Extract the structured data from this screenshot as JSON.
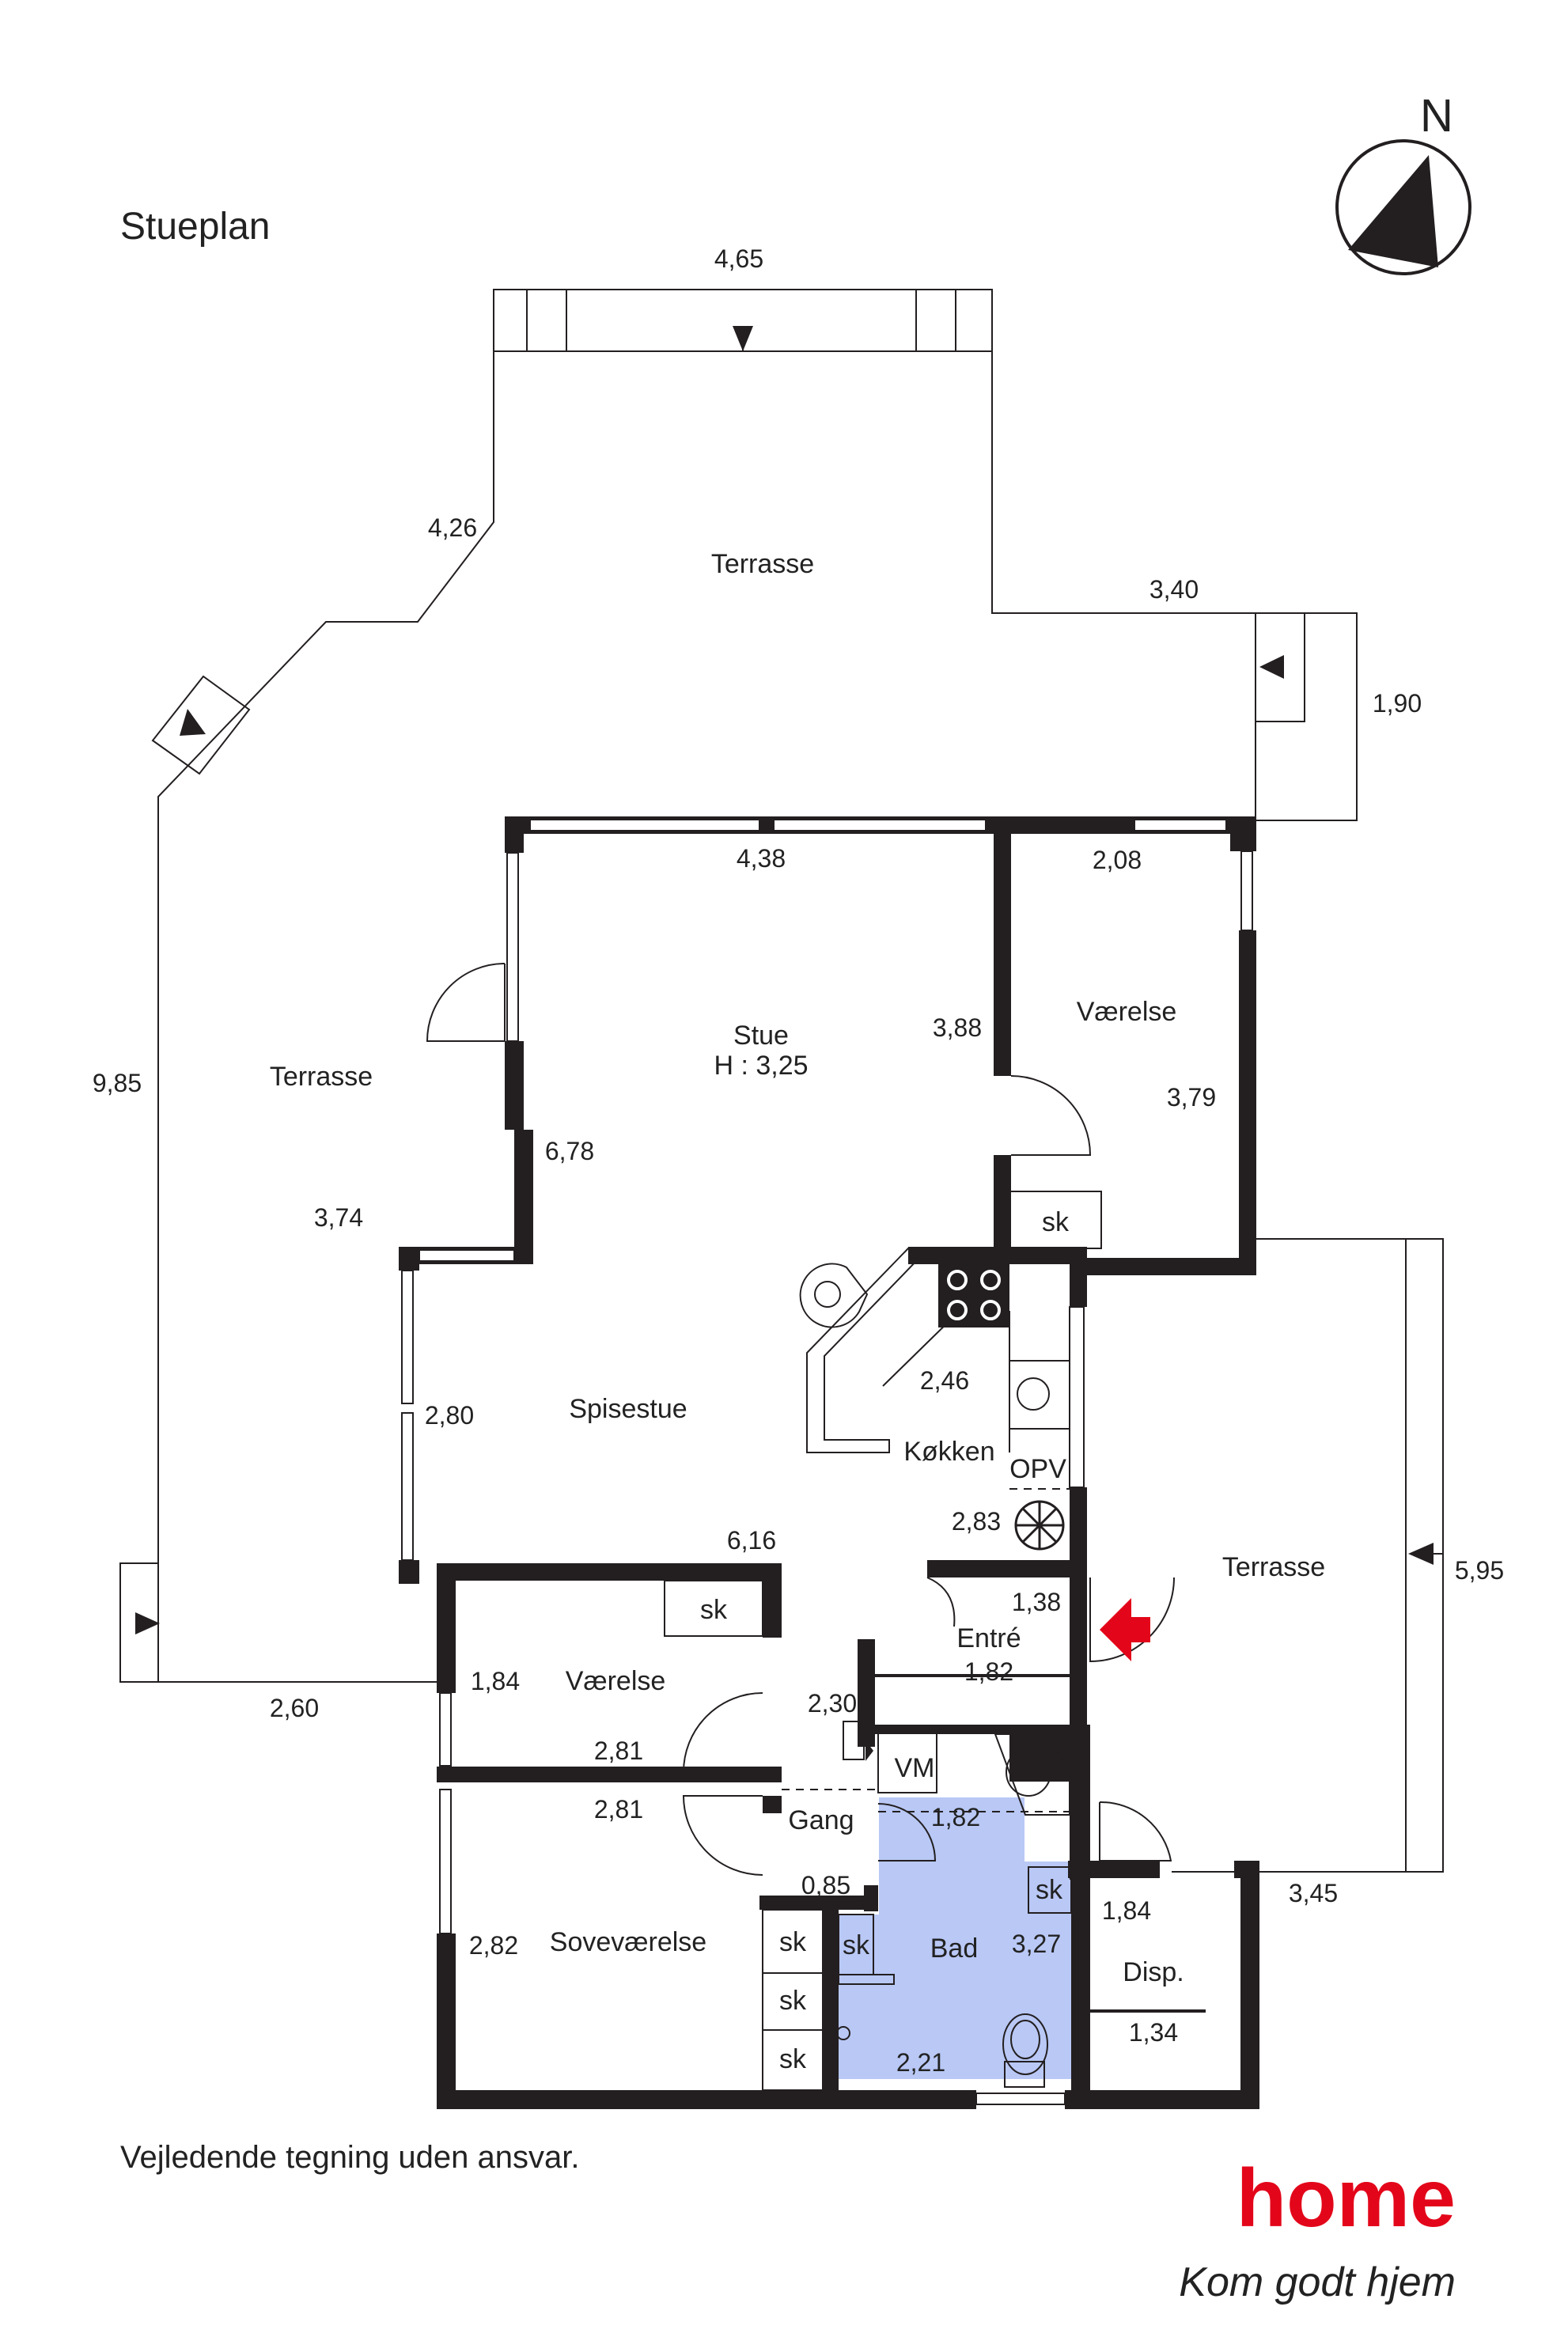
{
  "title": "Stueplan",
  "north_label": "N",
  "disclaimer": "Vejledende tegning uden ansvar.",
  "logo": {
    "word": "home",
    "slogan": "Kom godt hjem"
  },
  "colors": {
    "walls": "#231f20",
    "bathroom": "#b9c8f5",
    "entrance_arrow": "#e3061a",
    "logo": "#e3061a"
  },
  "rooms": {
    "terrasse_top": "Terrasse",
    "terrasse_left": "Terrasse",
    "terrasse_right": "Terrasse",
    "stue": "Stue",
    "stue_height": "H : 3,25",
    "vaerelse_top": "Værelse",
    "spisestue": "Spisestue",
    "kokken": "Køkken",
    "opv": "OPV",
    "vaerelse_bottom": "Værelse",
    "entre": "Entré",
    "gang": "Gang",
    "vm": "VM",
    "bad": "Bad",
    "sovevaerelse": "Soveværelse",
    "disp": "Disp.",
    "sk": "sk"
  },
  "dimensions": {
    "terrace_top_width": "4,65",
    "terrace_diag": "4,26",
    "terrace_step": "3,40",
    "terrace_step_depth": "1,90",
    "terrace_left_length": "9,85",
    "terrace_left_inner": "3,74",
    "terrace_left_bottom": "2,60",
    "stue_width": "4,38",
    "stue_depth": "6,78",
    "stue_wall": "3,88",
    "vaerelse_top_width": "2,08",
    "vaerelse_top_depth": "3,79",
    "spisestue_depth": "2,80",
    "spisestue_width": "6,16",
    "kokken_counter": "2,46",
    "kokken_length": "2,83",
    "terrace_right_length": "5,95",
    "terrace_right_width": "3,45",
    "entre_depth": "1,38",
    "entre_width": "1,82",
    "vaerelse_bottom_depth": "1,84",
    "vaerelse_bottom_width": "2,81",
    "sove_width": "2,81",
    "sove_depth": "2,82",
    "gang_length": "2,30",
    "gang_width": "0,85",
    "bad_width": "1,82",
    "bad_depth": "3,27",
    "bad_bottom": "2,21",
    "disp_depth": "1,84",
    "disp_width": "1,34"
  }
}
